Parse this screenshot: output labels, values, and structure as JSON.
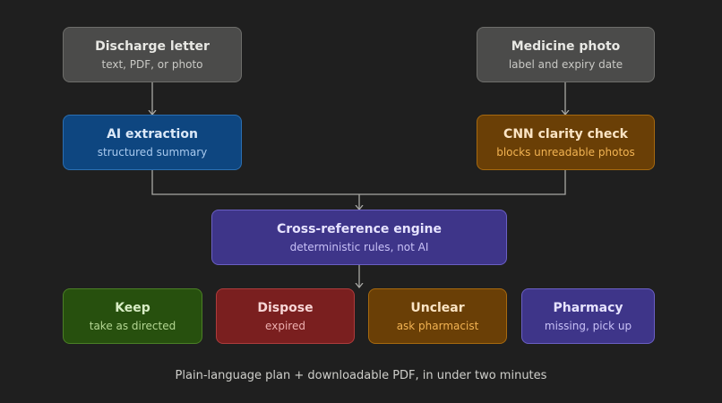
{
  "nodes": {
    "discharge_letter": {
      "title": "Discharge letter",
      "sub": "text, PDF, or photo"
    },
    "medicine_photo": {
      "title": "Medicine photo",
      "sub": "label and expiry date"
    },
    "ai_extraction": {
      "title": "AI extraction",
      "sub": "structured summary"
    },
    "cnn_check": {
      "title": "CNN clarity check",
      "sub": "blocks unreadable photos"
    },
    "cross_reference": {
      "title": "Cross-reference engine",
      "sub": "deterministic rules, not AI"
    },
    "keep": {
      "title": "Keep",
      "sub": "take as directed"
    },
    "dispose": {
      "title": "Dispose",
      "sub": "expired"
    },
    "unclear": {
      "title": "Unclear",
      "sub": "ask pharmacist"
    },
    "pharmacy": {
      "title": "Pharmacy",
      "sub": "missing, pick up"
    }
  },
  "footer": "Plain-language plan + downloadable PDF, in under two minutes",
  "colors": {
    "background": "#1f1f1f",
    "connector": "#a8a8a4",
    "input": "#4b4b4a",
    "ai": "#0e4680",
    "check": "#6a3f06",
    "engine": "#3e3589",
    "keep": "#27500e",
    "dispose": "#7a1f1f",
    "unclear": "#6a3f06",
    "pharmacy": "#3e3589"
  }
}
